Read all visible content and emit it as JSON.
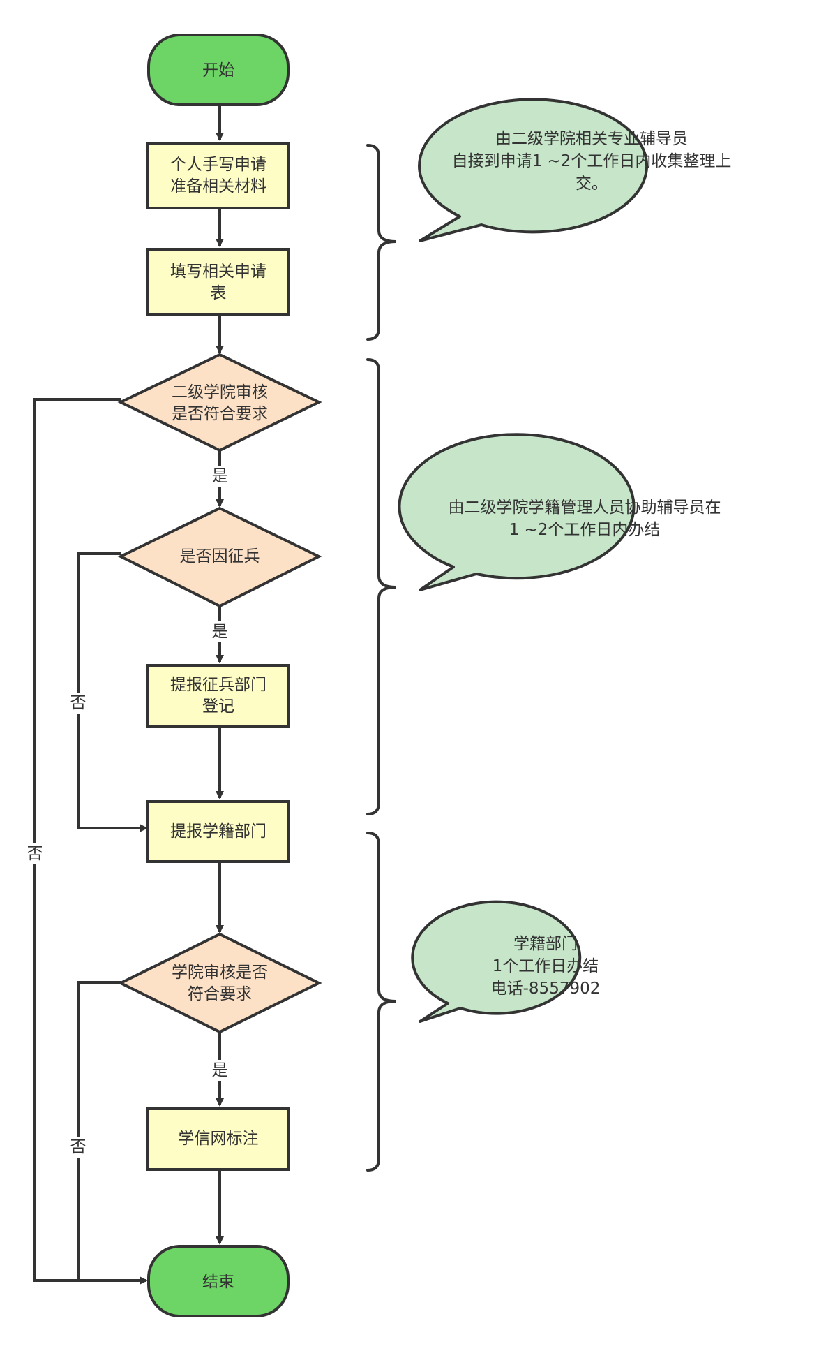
{
  "colors": {
    "terminal_fill": "#6dd466",
    "process_fill": "#fdfdc5",
    "decision_fill": "#fde1c7",
    "note_fill": "#c6e5c9",
    "stroke": "#333333"
  },
  "nodes": {
    "start": {
      "label": "开始"
    },
    "handwrite": {
      "lines": [
        "个人手写申请",
        "准备相关材料"
      ]
    },
    "fill_form": {
      "lines": [
        "填写相关申请",
        "表"
      ]
    },
    "college_review": {
      "lines": [
        "二级学院审核",
        "是否符合要求"
      ]
    },
    "conscription": {
      "lines": [
        "是否因征兵"
      ]
    },
    "report_conscription": {
      "lines": [
        "提报征兵部门",
        "登记"
      ]
    },
    "report_registry": {
      "lines": [
        "提报学籍部门"
      ]
    },
    "registry_review": {
      "lines": [
        "学院审核是否",
        "符合要求"
      ]
    },
    "chsi_mark": {
      "lines": [
        "学信网标注"
      ]
    },
    "end": {
      "label": "结束"
    }
  },
  "edges": {
    "yes_label": "是",
    "no_label": "否"
  },
  "notes": [
    {
      "lines": [
        "由二级学院相关专业辅导员",
        "自接到申请1 ~2个工作日内收集整理上",
        "交。"
      ]
    },
    {
      "lines": [
        "由二级学院学籍管理人员协助辅导员在",
        "1 ~2个工作日内办结"
      ]
    },
    {
      "lines": [
        "学籍部门",
        "1个工作日办结",
        "电话-8557902"
      ]
    }
  ]
}
